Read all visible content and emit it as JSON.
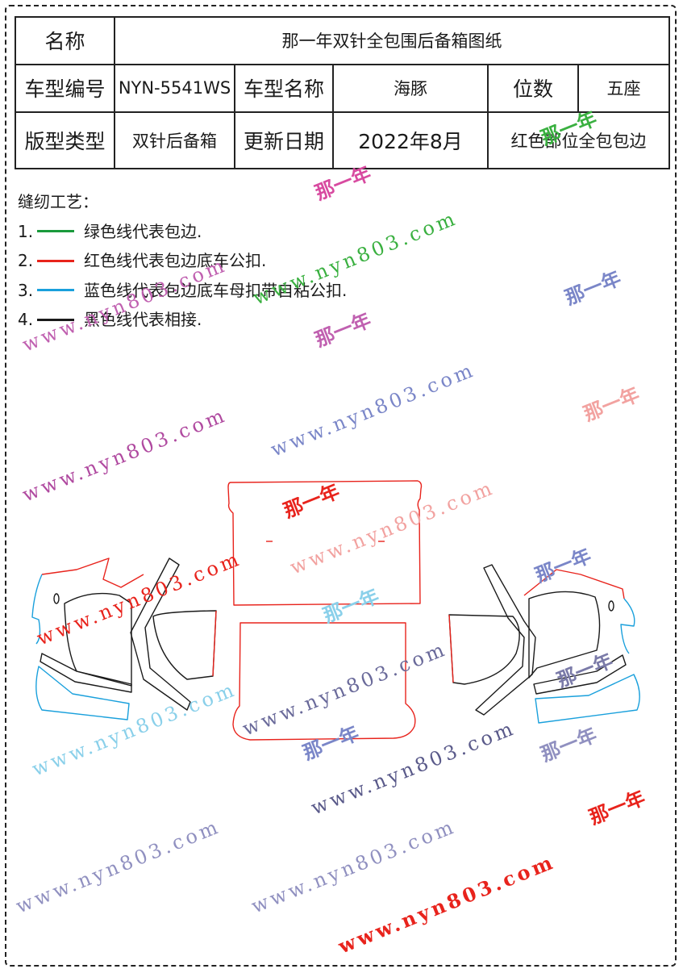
{
  "spec_table": {
    "name_label": "名称",
    "name_value": "那一年双针全包围后备箱图纸",
    "model_code_label": "车型编号",
    "model_code_value": "NYN-5541WS",
    "model_name_label": "车型名称",
    "model_name_value": "海豚",
    "seats_label": "位数",
    "seats_value": "五座",
    "layout_type_label": "版型类型",
    "layout_type_value": "双针后备箱",
    "update_date_label": "更新日期",
    "update_date_value": "2022年8月",
    "note_value": "红色部位全包包边"
  },
  "legend": {
    "title": "缝纫工艺：",
    "items": [
      {
        "num": "1.",
        "color": "#1a9a3c",
        "text": "绿色线代表包边."
      },
      {
        "num": "2.",
        "color": "#e8231c",
        "text": "红色线代表包边底车公扣."
      },
      {
        "num": "3.",
        "color": "#1aa0dc",
        "text": "蓝色线代表包边底车母扣带自粘公扣."
      },
      {
        "num": "4.",
        "color": "#1a1a1a",
        "text": "黑色线代表相接."
      }
    ]
  },
  "watermarks": {
    "brand": "那一年",
    "url": "www.nyn803.com"
  },
  "colors": {
    "red_line": "#e8231c",
    "blue_line": "#1aa0dc",
    "black_line": "#1a1a1a",
    "green_line": "#1a9a3c"
  }
}
